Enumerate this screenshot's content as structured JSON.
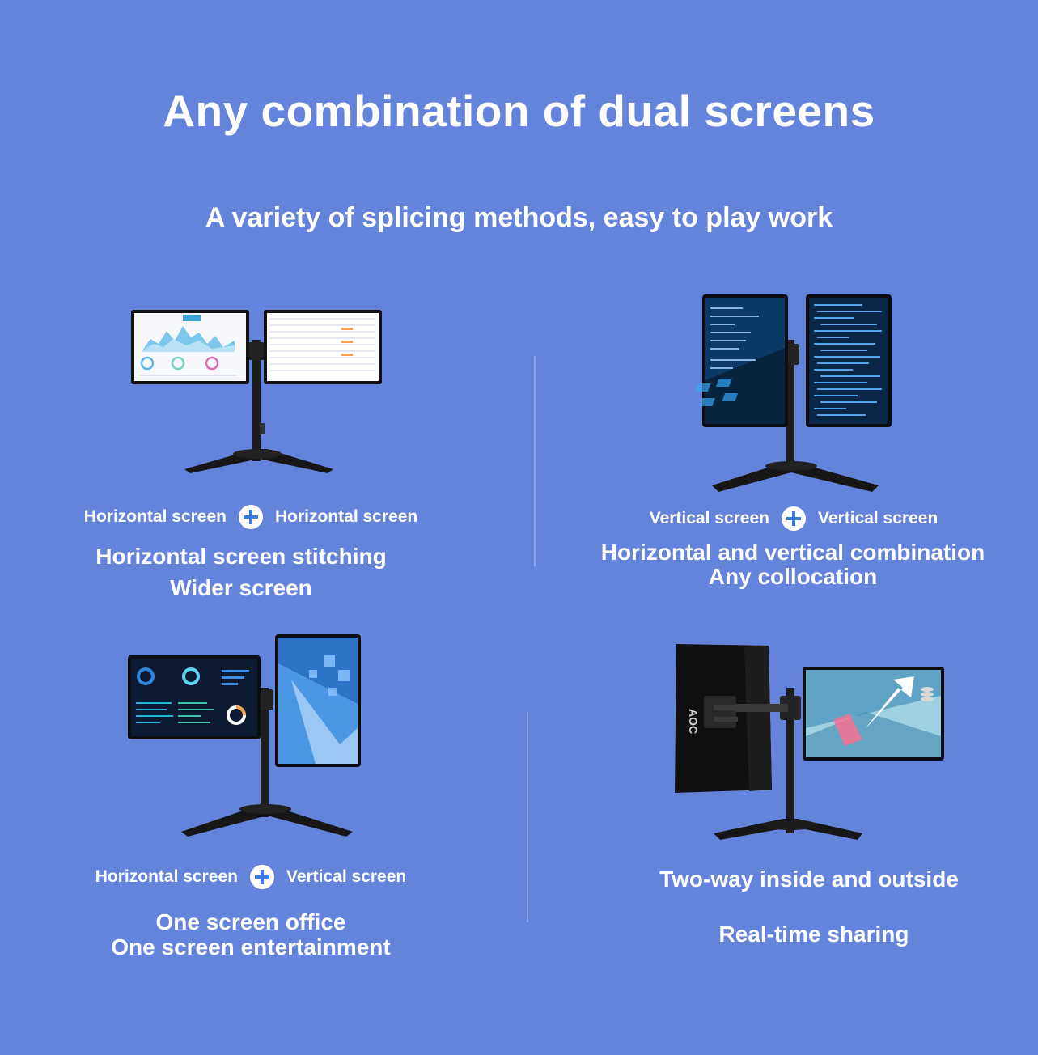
{
  "title": "Any combination of dual screens",
  "subtitle": "A variety of splicing methods, easy to play work",
  "colors": {
    "background": "#6484dc",
    "text": "#ffffff",
    "accent_plus": "#3a7be0"
  },
  "panels": [
    {
      "left_label": "Horizontal screen",
      "right_label": "Horizontal screen",
      "caption_line1": "Horizontal screen stitching",
      "caption_line2": "Wider screen",
      "illustration": "two-horizontal-monitors-on-stand"
    },
    {
      "left_label": "Vertical screen",
      "right_label": "Vertical screen",
      "caption_line1": "Horizontal and vertical combination",
      "caption_line2": "Any collocation",
      "illustration": "two-vertical-monitors-on-stand"
    },
    {
      "left_label": "Horizontal screen",
      "right_label": "Vertical screen",
      "caption_line1": "One screen office",
      "caption_line2": "One screen entertainment",
      "illustration": "horizontal-and-vertical-monitors-on-stand"
    },
    {
      "caption_line1": "Two-way inside and outside",
      "caption_line2": "Real-time sharing",
      "illustration": "back-to-back-monitors-on-stand",
      "brand_text": "AOC"
    }
  ]
}
